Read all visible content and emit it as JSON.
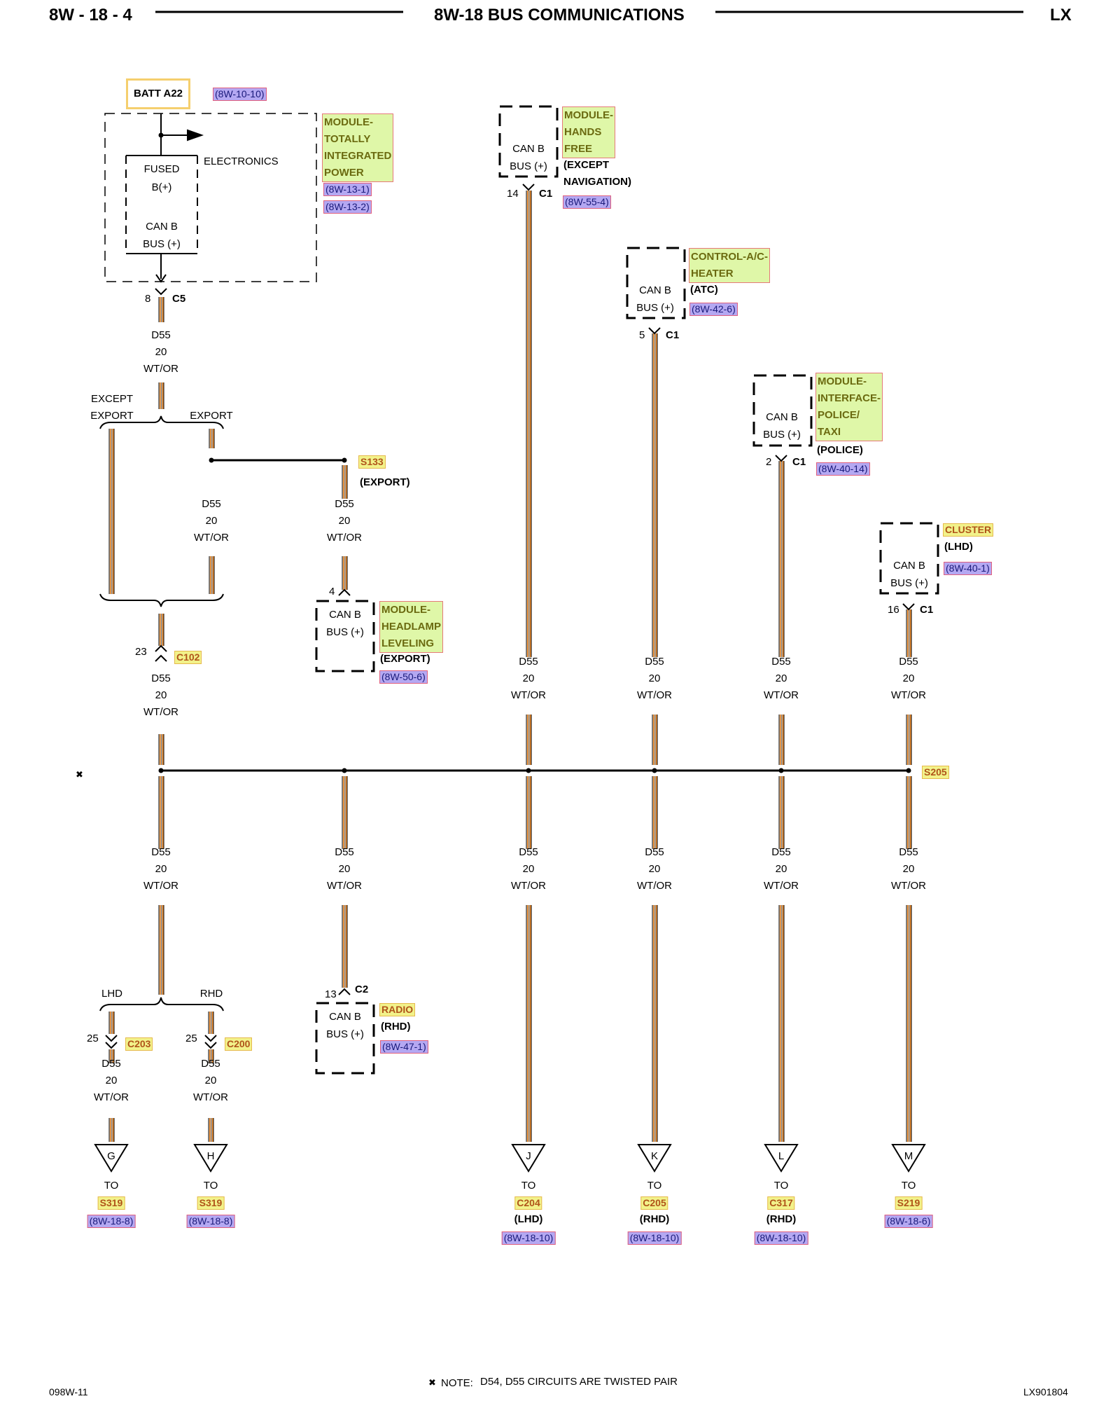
{
  "header": {
    "page_id": "8W - 18 - 4",
    "title": "8W-18 BUS COMMUNICATIONS",
    "model": "LX"
  },
  "footer": {
    "left_code": "098W-11",
    "note_prefix": "NOTE:",
    "note_text": "D54, D55   CIRCUITS ARE TWISTED PAIR",
    "right_code": "LX901804"
  },
  "wire": {
    "circuit": "D55",
    "gauge": "20",
    "color": "WT/OR"
  },
  "colors": {
    "wire_orange": "#e8892b",
    "wire_gray": "#8c8c8c",
    "ref_bg": "#b4a8f2",
    "module_bg": "#dff7a8",
    "splice_bg": "#f2f28a",
    "battery_border": "#f5cf6e"
  },
  "tipm": {
    "batt": "BATT A22",
    "batt_ref": "(8W-10-10)",
    "electronics": "ELECTRONICS",
    "fused_l1": "FUSED",
    "fused_l2": "B(+)",
    "can_l1": "CAN B",
    "can_l2": "BUS (+)",
    "name": [
      "MODULE-",
      "TOTALLY",
      "INTEGRATED",
      "POWER"
    ],
    "refs": [
      "(8W-13-1)",
      "(8W-13-2)"
    ],
    "pin": "8",
    "conn": "C5"
  },
  "hfm": {
    "can_l1": "CAN B",
    "can_l2": "BUS (+)",
    "name": [
      "MODULE-",
      "HANDS",
      "FREE"
    ],
    "cond_l1": "(EXCEPT",
    "cond_l2": "NAVIGATION)",
    "ref": "(8W-55-4)",
    "pin": "14",
    "conn": "C1"
  },
  "hvac": {
    "can_l1": "CAN B",
    "can_l2": "BUS (+)",
    "name": [
      "CONTROL-A/C-",
      "HEATER"
    ],
    "cond": "(ATC)",
    "ref": "(8W-42-6)",
    "pin": "5",
    "conn": "C1"
  },
  "police": {
    "can_l1": "CAN B",
    "can_l2": "BUS (+)",
    "name": [
      "MODULE-",
      "INTERFACE-",
      "POLICE/",
      "TAXI"
    ],
    "cond": "(POLICE)",
    "ref": "(8W-40-14)",
    "pin": "2",
    "conn": "C1"
  },
  "cluster": {
    "can_l1": "CAN B",
    "can_l2": "BUS (+)",
    "name": "CLUSTER",
    "cond": "(LHD)",
    "ref": "(8W-40-1)",
    "pin": "16",
    "conn": "C1"
  },
  "headlamp": {
    "can_l1": "CAN B",
    "can_l2": "BUS (+)",
    "name": [
      "MODULE-",
      "HEADLAMP",
      "LEVELING"
    ],
    "cond": "(EXPORT)",
    "ref": "(8W-50-6)",
    "pin": "4"
  },
  "radio": {
    "can_l1": "CAN B",
    "can_l2": "BUS (+)",
    "name": "RADIO",
    "cond": "(RHD)",
    "ref": "(8W-47-1)",
    "pin": "13",
    "conn": "C2"
  },
  "branches": {
    "except_l1": "EXCEPT",
    "except_l2": "EXPORT",
    "export": "EXPORT",
    "lhd": "LHD",
    "rhd": "RHD"
  },
  "splices": {
    "s133": "S133",
    "s133_cond": "(EXPORT)",
    "s205": "S205"
  },
  "c102": {
    "pin": "23",
    "conn": "C102"
  },
  "c203": {
    "pin": "25",
    "conn": "C203"
  },
  "c200": {
    "pin": "25",
    "conn": "C200"
  },
  "twist_symbol": "✖",
  "destinations": [
    {
      "letter": "G",
      "to": "TO",
      "conn": "S319",
      "cond": "",
      "ref": "(8W-18-8)"
    },
    {
      "letter": "H",
      "to": "TO",
      "conn": "S319",
      "cond": "",
      "ref": "(8W-18-8)"
    },
    {
      "letter": "J",
      "to": "TO",
      "conn": "C204",
      "cond": "(LHD)",
      "ref": "(8W-18-10)"
    },
    {
      "letter": "K",
      "to": "TO",
      "conn": "C205",
      "cond": "(RHD)",
      "ref": "(8W-18-10)"
    },
    {
      "letter": "L",
      "to": "TO",
      "conn": "C317",
      "cond": "(RHD)",
      "ref": "(8W-18-10)"
    },
    {
      "letter": "M",
      "to": "TO",
      "conn": "S219",
      "cond": "",
      "ref": "(8W-18-6)"
    }
  ]
}
